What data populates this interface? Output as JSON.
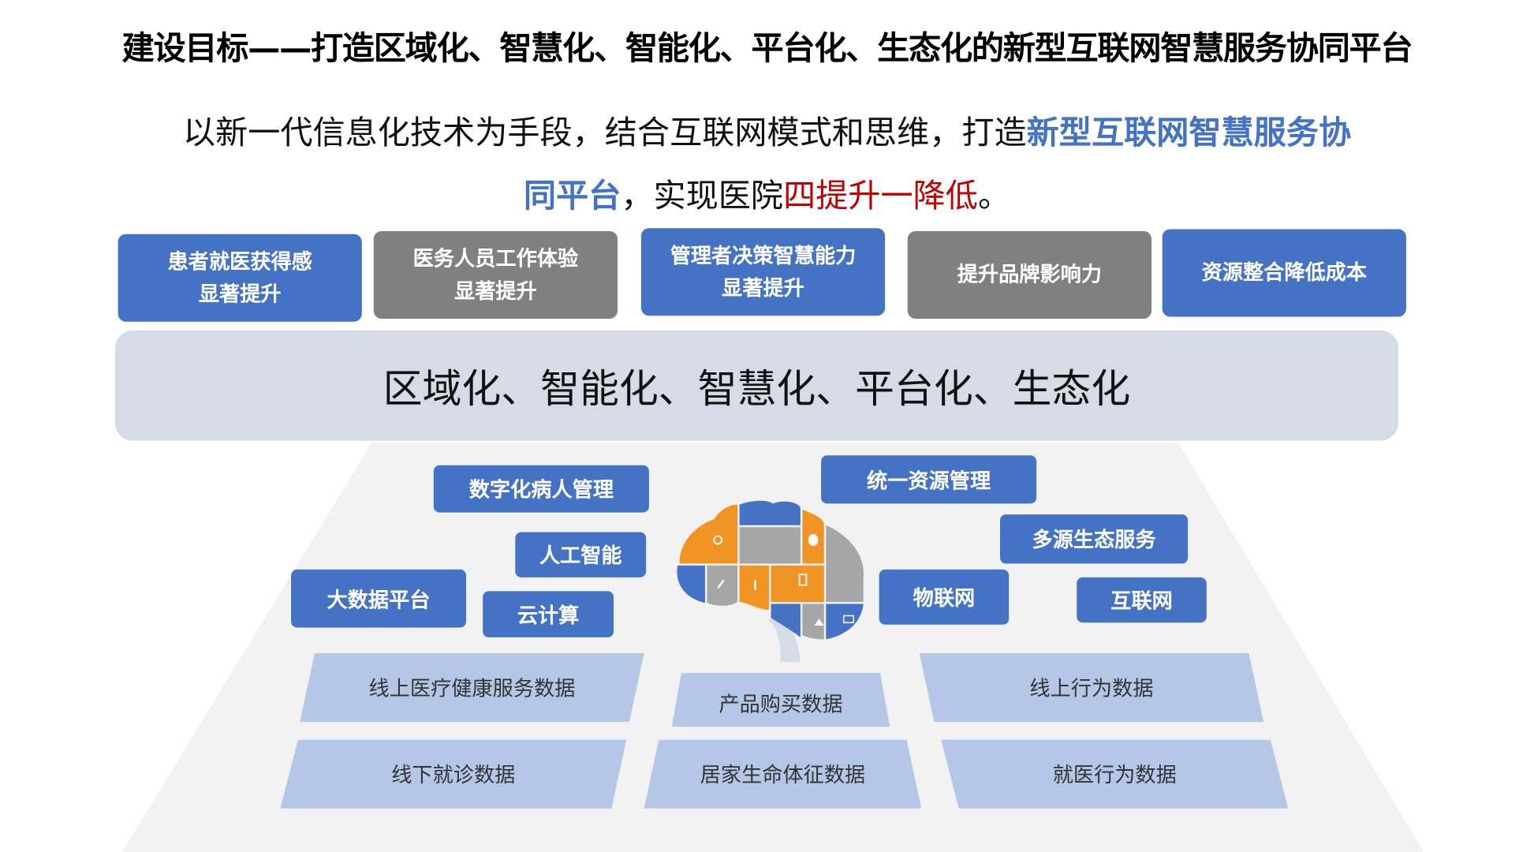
{
  "title": "建设目标——打造区域化、智慧化、智能化、平台化、生态化的新型互联网智慧服务协同平台",
  "subtitle": {
    "part1": "以新一代信息化技术为手段，结合互联网模式和思维，打造",
    "highlight1a": "新型互联网智慧服务协",
    "highlight1b": "同平台",
    "part2": "，实现医院",
    "highlight2": "四提升一降低",
    "part3": "。"
  },
  "goals": [
    {
      "line1": "患者就医获得感",
      "line2": "显著提升"
    },
    {
      "line1": "医务人员工作体验",
      "line2": "显著提升"
    },
    {
      "line1": "管理者决策智慧能力",
      "line2": "显著提升"
    },
    {
      "line1": "提升品牌影响力",
      "line2": ""
    },
    {
      "line1": "资源整合降低成本",
      "line2": ""
    }
  ],
  "banner": "区域化、智能化、智慧化、平台化、生态化",
  "capabilities": [
    "数字化病人管理",
    "统一资源管理",
    "人工智能",
    "多源生态服务",
    "大数据平台",
    "云计算",
    "物联网",
    "互联网"
  ],
  "data_sources": [
    "线上医疗健康服务数据",
    "产品购买数据",
    "线上行为数据",
    "线下就诊数据",
    "居家生命体征数据",
    "就医行为数据"
  ],
  "colors": {
    "blue": "#4472c4",
    "gray": "#808080",
    "orange": "#f29423",
    "light_blue": "#b4c7e7",
    "red": "#c00000"
  }
}
